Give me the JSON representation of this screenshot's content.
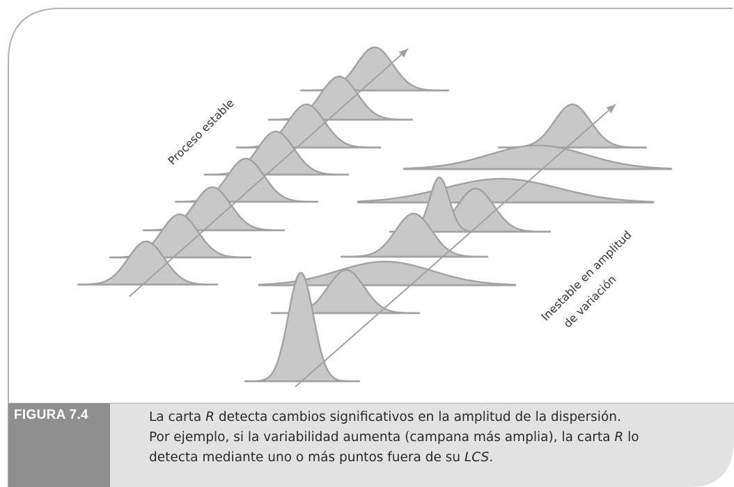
{
  "figure": {
    "label": "FIGURA 7.4",
    "caption": {
      "line1_a": "La carta ",
      "line1_b": "R",
      "line1_c": " detecta cambios significativos en la amplitud de la dispersión.",
      "line2_a": "Por ejemplo, si la variabilidad aumenta (campana más amplia), la carta ",
      "line2_b": "R",
      "line2_c": " lo",
      "line3_a": "detecta mediante uno o más puntos fuera de su ",
      "line3_b": "LCS",
      "line3_c": "."
    }
  },
  "diagram": {
    "label_stable": "Proceso estable",
    "label_unstable_1": "Inestable en amplitud",
    "label_unstable_2": "de variación"
  },
  "colors": {
    "curve_fill": "#c8c8c8",
    "curve_stroke": "#a2a2a2",
    "frame": "#b0b0b0",
    "caption_band": "#e2e2e2",
    "label_box": "#8f8f8f"
  }
}
